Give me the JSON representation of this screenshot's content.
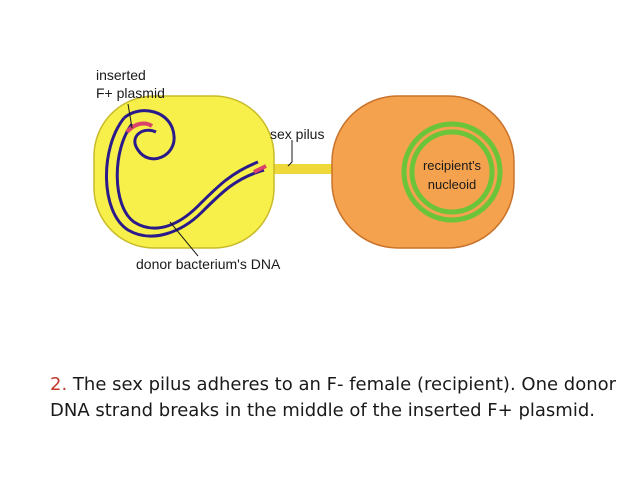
{
  "diagram": {
    "labels": {
      "inserted_plasmid_line1": "inserted",
      "inserted_plasmid_line2": "F+ plasmid",
      "sex_pilus": "sex pilus",
      "recipient_nucleoid_line1": "recipient's",
      "recipient_nucleoid_line2": "nucleoid",
      "donor_dna": "donor bacterium's DNA"
    },
    "colors": {
      "donor_cell_fill": "#f7f04a",
      "donor_cell_stroke": "#c9bb2a",
      "recipient_cell_fill": "#f5a24e",
      "recipient_cell_stroke": "#c9732a",
      "pilus": "#eed83a",
      "dna_strand": "#2a1a8c",
      "plasmid_segment": "#d9426a",
      "nucleoid_ring": "#6cc43a"
    }
  },
  "caption": {
    "number": "2.",
    "text": " The sex pilus adheres to an F- female (recipient). One donor DNA strand breaks in the middle of the inserted F+ plasmid."
  }
}
